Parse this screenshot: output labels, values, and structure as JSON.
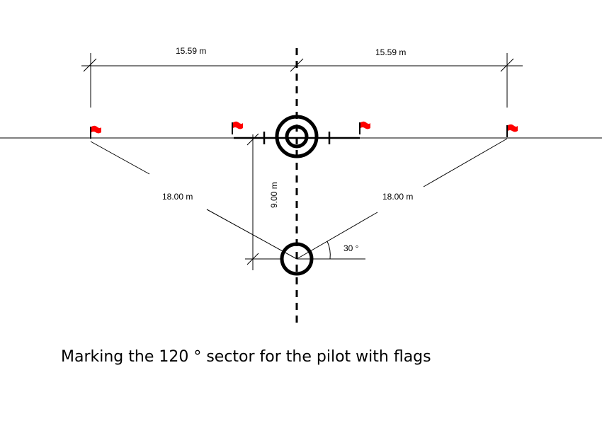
{
  "caption": "Marking the 120 ° sector for the pilot with flags",
  "labels": {
    "dim_left_width": "15.59 m",
    "dim_right_width": "15.59 m",
    "dim_left_radius": "18.00 m",
    "dim_right_radius": "18.00 m",
    "dim_offset": "9.00 m",
    "angle": "30 °"
  },
  "colors": {
    "ink": "#000000",
    "flag": "#ff0000"
  },
  "icons": {
    "flag": "flag-icon",
    "target": "target-icon",
    "pilot_position": "circle-icon"
  }
}
